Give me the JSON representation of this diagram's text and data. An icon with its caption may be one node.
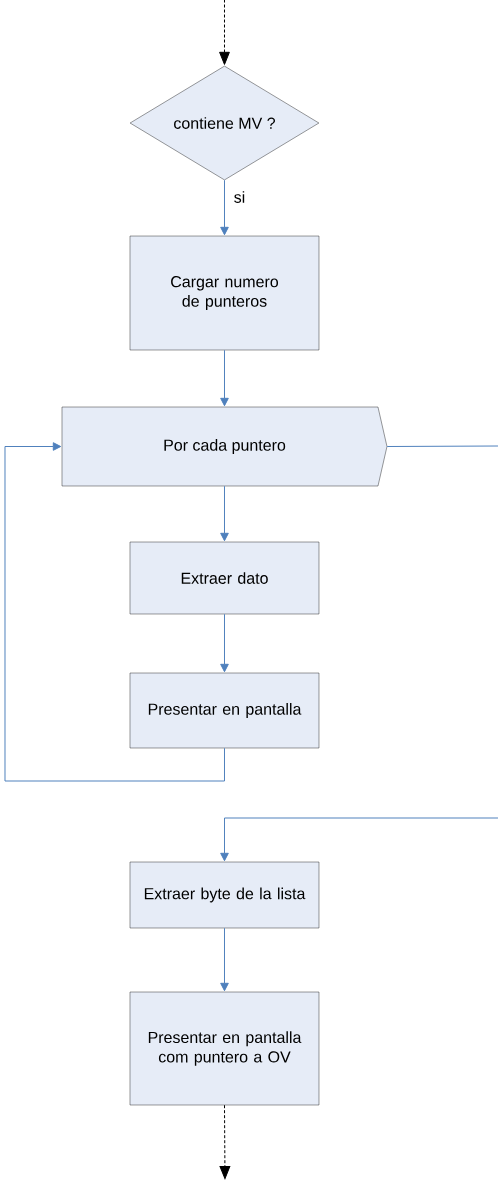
{
  "diagram": {
    "nodes": [
      {
        "text": [
          "contiene MV ?"
        ]
      },
      {
        "text": [
          "Cargar numero de punteros"
        ]
      },
      {
        "text": [
          "Por cada puntero"
        ]
      },
      {
        "text": [
          "Extraer dato"
        ]
      },
      {
        "text": [
          "Presentar en pantalla"
        ]
      },
      {
        "text": [
          "Extraer byte de la lista"
        ]
      },
      {
        "text": [
          "Presentar en pantalla com puntero a OV"
        ]
      }
    ],
    "edges": [
      {
        "from": null,
        "to": 0,
        "arrow": "to",
        "style": "dashed",
        "color": "#000000"
      },
      {
        "from": 0,
        "to": 1,
        "arrow": "to",
        "label": "si"
      },
      {
        "from": 1,
        "to": 2,
        "arrow": "to"
      },
      {
        "from": 2,
        "to": 3,
        "arrow": "to"
      },
      {
        "from": 3,
        "to": 4,
        "arrow": "to"
      },
      {
        "from": 4,
        "to": 2,
        "arrow": "to"
      },
      {
        "from": 2,
        "to": null,
        "arrow": "none"
      },
      {
        "from": null,
        "to": 5,
        "arrow": "to"
      },
      {
        "from": 5,
        "to": 6,
        "arrow": "to"
      },
      {
        "from": 6,
        "to": null,
        "arrow": "to",
        "style": "dashed",
        "color": "#000000"
      }
    ]
  }
}
